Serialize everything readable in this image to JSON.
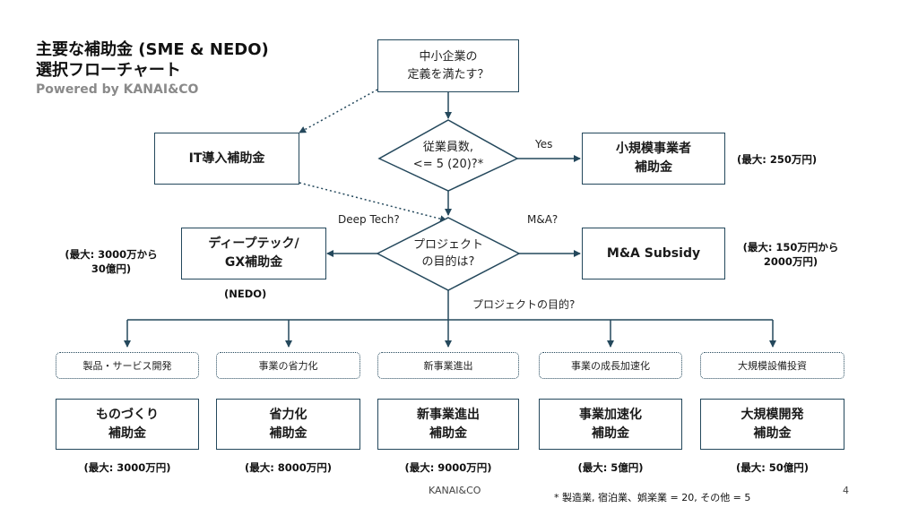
{
  "header": {
    "title_line1": "主要な補助金 (SME & NEDO)",
    "title_line2": "選択フローチャート",
    "powered": "Powered by KANAI&CO"
  },
  "nodes": {
    "sme_q": "中小企業の\n定義を満たす？",
    "emp_q": "従業員数,\n<= 5 (20)?*",
    "purpose_q": "プロジェクト\nの目的は?",
    "it": "IT導入補助金",
    "small": "小規模事業者\n補助金",
    "deeptech": "ディープテック/\nGX補助金",
    "ma": "M&A Subsidy"
  },
  "edge_labels": {
    "yes": "Yes",
    "deeptech": "Deep Tech?",
    "ma": "M&A?",
    "purpose": "プロジェクトの目的?"
  },
  "notes": {
    "small": "(最大: 250万円)",
    "deeptech": "(最大: 3000万から\n30億円)",
    "nedo": "(NEDO)",
    "ma": "(最大: 150万円から\n2000万円)"
  },
  "categories": [
    {
      "tag": "製品・サービス開発",
      "grant": "ものづくり\n補助金",
      "max": "(最大: 3000万円)"
    },
    {
      "tag": "事業の省力化",
      "grant": "省力化\n補助金",
      "max": "(最大: 8000万円)"
    },
    {
      "tag": "新事業進出",
      "grant": "新事業進出\n補助金",
      "max": "(最大: 9000万円)"
    },
    {
      "tag": "事業の成長加速化",
      "grant": "事業加速化\n補助金",
      "max": "(最大: 5億円)"
    },
    {
      "tag": "大規模設備投資",
      "grant": "大規模開発\n補助金",
      "max": "(最大: 50億円)"
    }
  ],
  "footer": {
    "brand": "KANAI&CO",
    "page": "4",
    "footnote": "* 製造業, 宿泊業、娯楽業 = 20, その他 = 5"
  },
  "colors": {
    "line": "#24485c",
    "text": "#1a1a1a",
    "subtitle": "#8a8a8a"
  }
}
